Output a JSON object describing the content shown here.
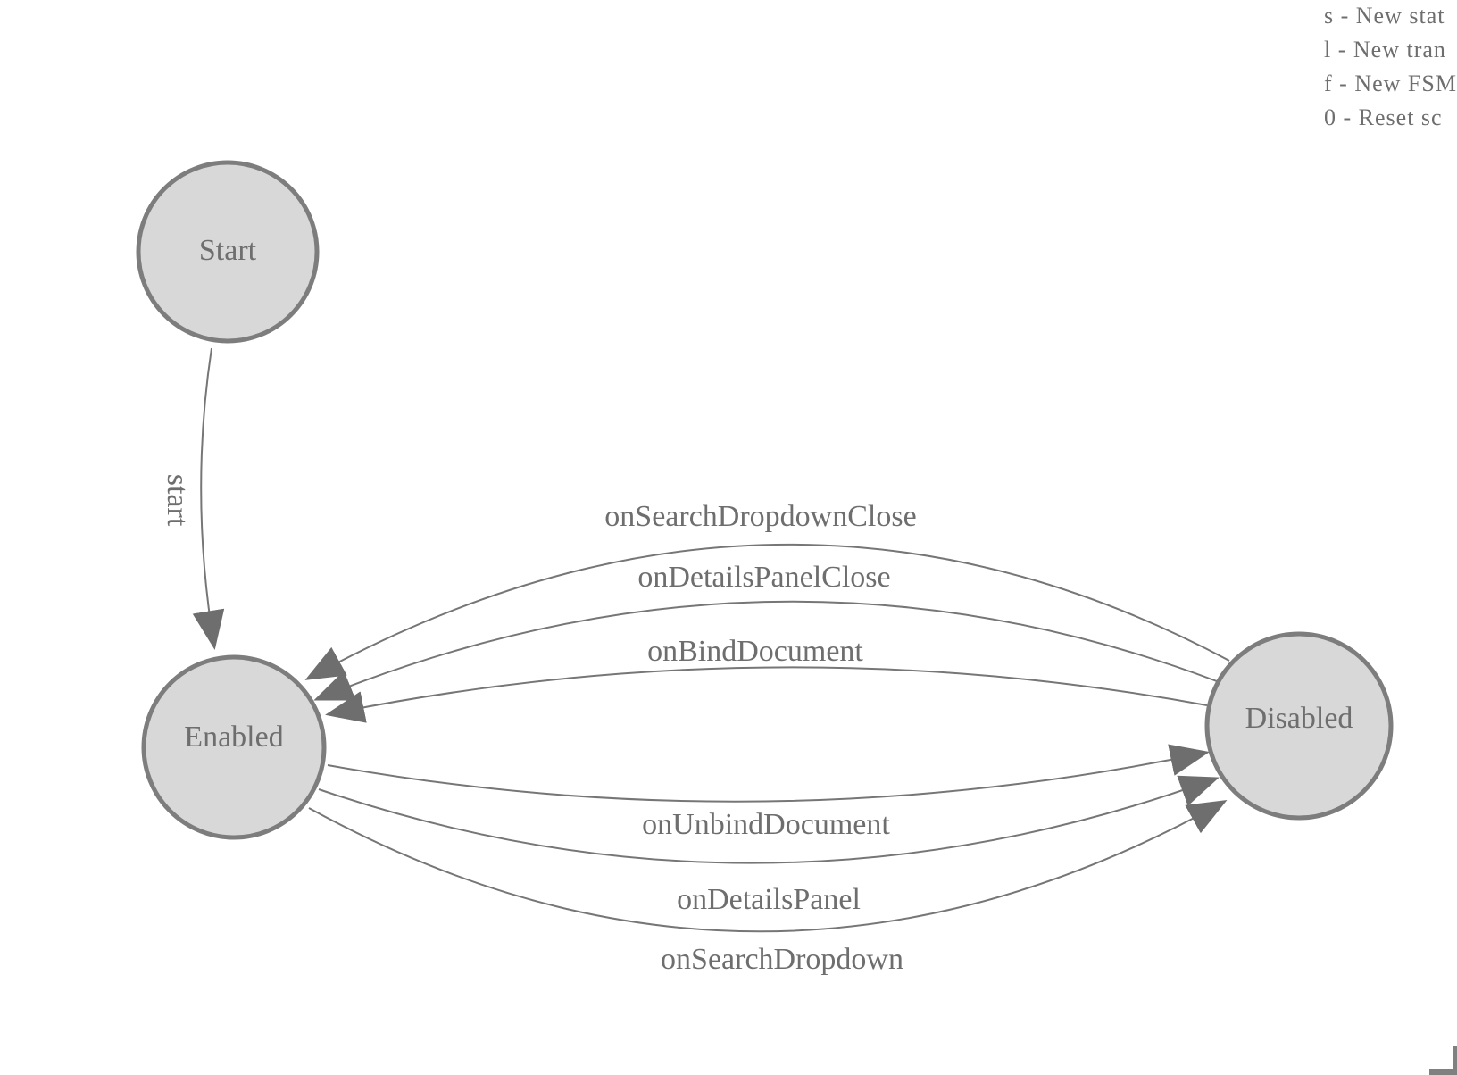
{
  "diagram": {
    "kind": "finite-state-machine",
    "colors": {
      "background": "#ffffff",
      "node_fill": "#d8d8d8",
      "node_border": "#7d7d7d",
      "edge_stroke": "#767676",
      "text": "#6e6e6e"
    },
    "nodes": [
      {
        "id": "start",
        "label": "Start"
      },
      {
        "id": "enabled",
        "label": "Enabled"
      },
      {
        "id": "disabled",
        "label": "Disabled"
      }
    ],
    "edges": [
      {
        "label": "start",
        "from": "Start",
        "to": "Enabled"
      },
      {
        "label": "onSearchDropdownClose",
        "from": "Disabled",
        "to": "Enabled"
      },
      {
        "label": "onDetailsPanelClose",
        "from": "Disabled",
        "to": "Enabled"
      },
      {
        "label": "onBindDocument",
        "from": "Disabled",
        "to": "Enabled"
      },
      {
        "label": "onUnbindDocument",
        "from": "Enabled",
        "to": "Disabled"
      },
      {
        "label": "onDetailsPanel",
        "from": "Enabled",
        "to": "Disabled"
      },
      {
        "label": "onSearchDropdown",
        "from": "Enabled",
        "to": "Disabled"
      }
    ],
    "legend": {
      "lines": [
        "s - New stat",
        "l - New tran",
        "f - New FSM",
        "0 - Reset sc"
      ]
    }
  }
}
